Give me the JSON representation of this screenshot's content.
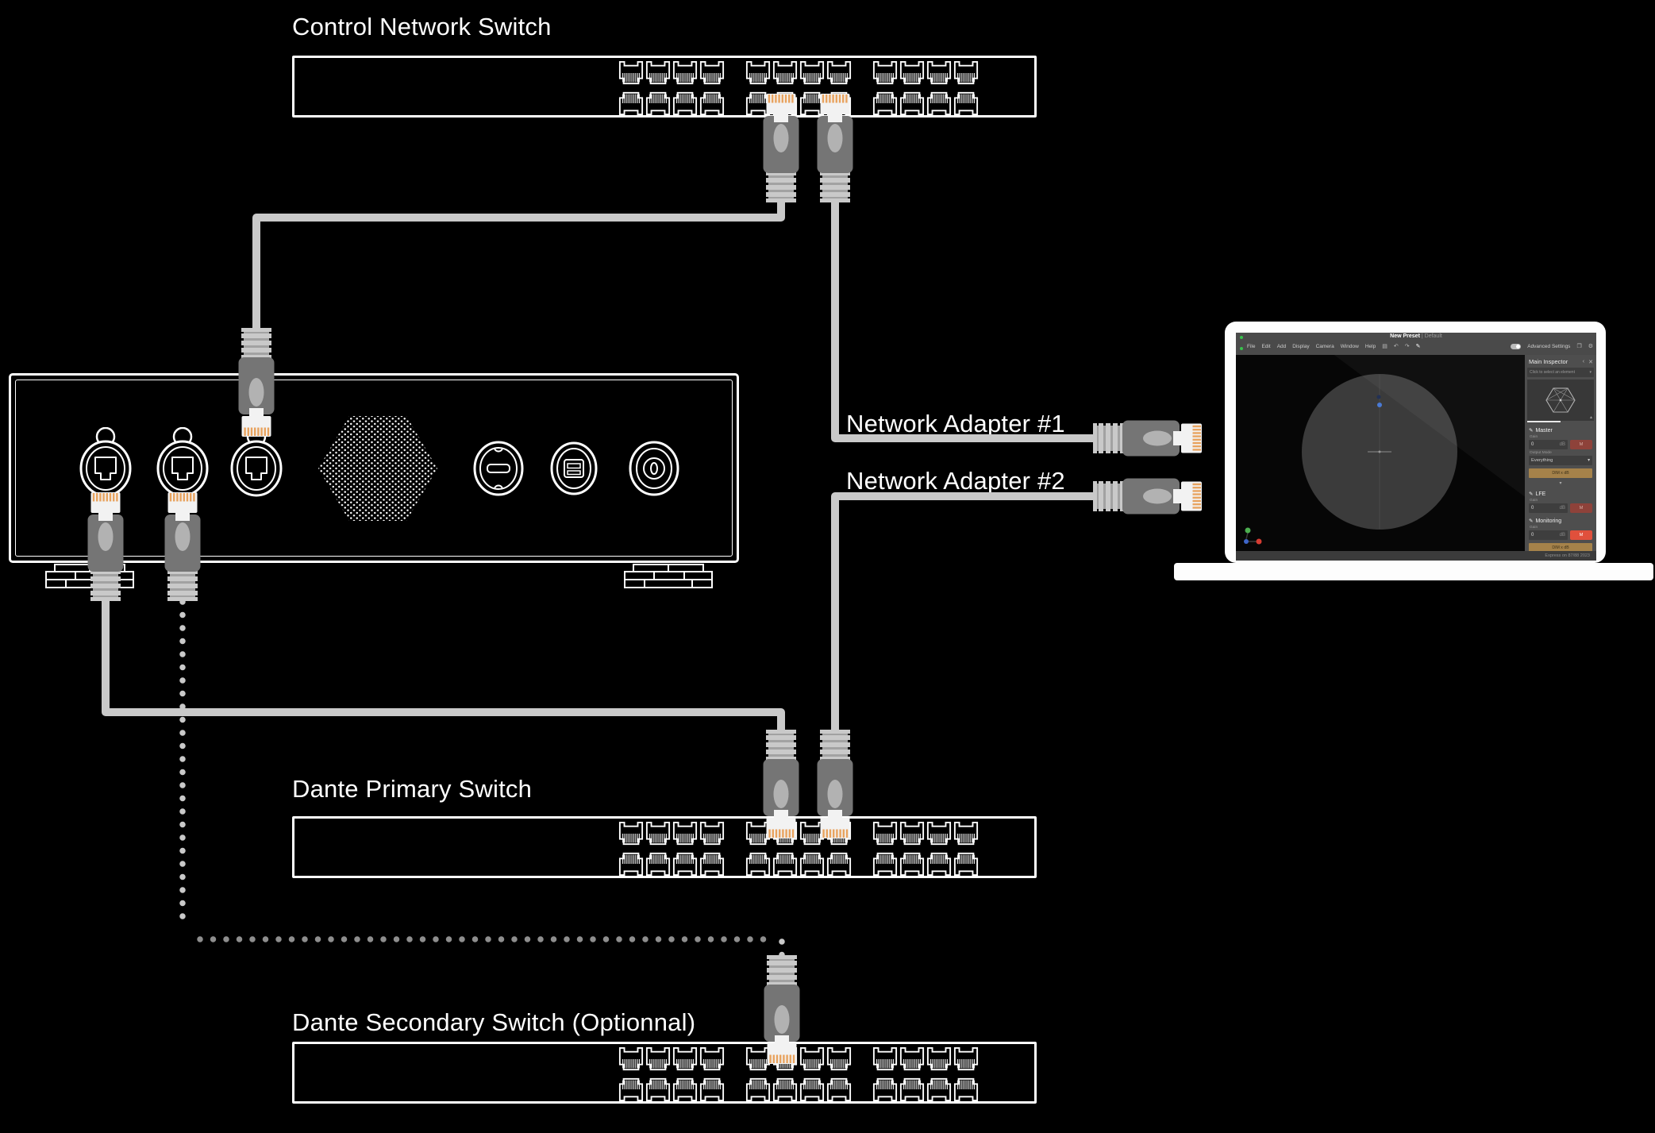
{
  "diagram": {
    "control_switch_label": "Control Network Switch",
    "dante_primary_label": "Dante Primary Switch",
    "dante_secondary_label": "Dante Secondary Switch (Optionnal)",
    "network_adapter_1_label": "Network Adapter #1",
    "network_adapter_2_label": "Network Adapter #2"
  },
  "switches": {
    "count": 3,
    "port_groups": 3,
    "ports_per_group": 4,
    "port_rows": 2
  },
  "laptop": {
    "app": {
      "window_title": "New Preset",
      "window_title_divider": "|",
      "window_title_variant": "Default",
      "menu_items": [
        "File",
        "Edit",
        "Add",
        "Display",
        "Camera",
        "Window",
        "Help"
      ],
      "advanced_settings_label": "Advanced Settings",
      "status_text": "Express on 87/88 2023",
      "icons": {
        "page": "▤",
        "undo": "↶",
        "redo": "↷",
        "pen": "✎",
        "window": "❐",
        "gear": "⚙",
        "collapse": "‹",
        "close": "✕",
        "dropdown": "▾",
        "expand": "▴",
        "section_pen": "✎"
      },
      "inspector": {
        "title": "Main Inspector",
        "selector_text": "Click to select an element",
        "sections": {
          "master": {
            "name": "Master",
            "gain_label": "Gain",
            "gain_value": "0",
            "gain_unit": "dB",
            "mute_label": "M",
            "mode_label": "Output Mode",
            "mode_value": "Everything",
            "dim_label": "DIM x dB"
          },
          "lfe": {
            "name": "LFE",
            "gain_label": "Gain",
            "gain_value": "0",
            "gain_unit": "dB",
            "mute_label": "M"
          },
          "monitoring": {
            "name": "Monitoring",
            "gain_label": "Gain",
            "gain_value": "0",
            "gain_unit": "dB",
            "mute_label": "M",
            "dim_label": "DIM x dB"
          }
        }
      }
    }
  },
  "colors": {
    "background": "#000000",
    "outline": "#ffffff",
    "cable": "#c9c9c9",
    "cable-dotted-dark": "#8e8e8e",
    "connector-body": "#757575",
    "connector-oval": "#b2b2b2",
    "connector-tip": "#f2f2f2",
    "connector-pins": "#e8a35f",
    "accent-red": "#e0503c",
    "muted-red": "#8e423a",
    "gold": "#a5824a",
    "axis-green": "#4caf50",
    "axis-blue": "#3e66c9",
    "axis-red": "#d63c32",
    "dot-blue": "#4a7ad4"
  }
}
